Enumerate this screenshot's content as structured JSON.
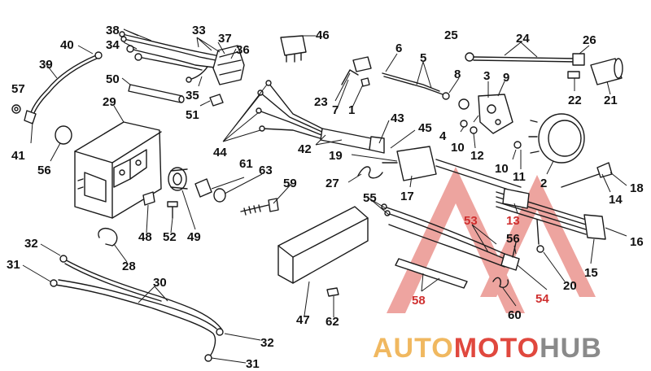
{
  "callouts": {
    "c1": "1",
    "c2": "2",
    "c3": "3",
    "c4": "4",
    "c5": "5",
    "c6": "6",
    "c7": "7",
    "c8": "8",
    "c9": "9",
    "c10a": "10",
    "c10b": "10",
    "c11": "11",
    "c12": "12",
    "c13": "13",
    "c14": "14",
    "c15": "15",
    "c16": "16",
    "c17": "17",
    "c18": "18",
    "c19": "19",
    "c20": "20",
    "c21": "21",
    "c22": "22",
    "c23": "23",
    "c24": "24",
    "c25": "25",
    "c26": "26",
    "c27": "27",
    "c28": "28",
    "c29": "29",
    "c30": "30",
    "c31a": "31",
    "c31b": "31",
    "c32a": "32",
    "c32b": "32",
    "c33": "33",
    "c34": "34",
    "c35": "35",
    "c36": "36",
    "c37": "37",
    "c38": "38",
    "c39": "39",
    "c40": "40",
    "c41": "41",
    "c42": "42",
    "c43": "43",
    "c44": "44",
    "c45": "45",
    "c46": "46",
    "c47": "47",
    "c48": "48",
    "c49": "49",
    "c50": "50",
    "c51": "51",
    "c52": "52",
    "c53": "53",
    "c54": "54",
    "c55": "55",
    "c56a": "56",
    "c56b": "56",
    "c57": "57",
    "c58": "58",
    "c59": "59",
    "c60": "60",
    "c61": "61",
    "c62": "62",
    "c63": "63"
  },
  "watermark": {
    "part1": "AUTO",
    "part2": "MOTO",
    "part3": "HUB",
    "colors": {
      "auto": "#f0b860",
      "moto": "#e0483e",
      "hub": "#8a8a8a",
      "triangle": "#e05a52"
    }
  }
}
